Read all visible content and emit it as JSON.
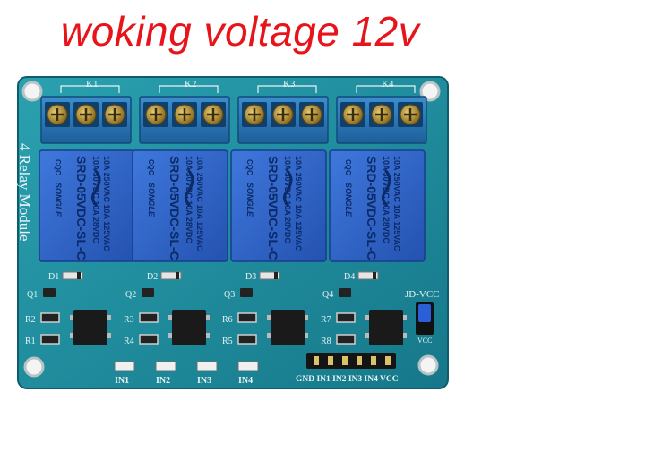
{
  "caption": "woking voltage 12v",
  "colors": {
    "caption": "#e8141c",
    "pcb": "#1f8c9c",
    "relay_body": "#2f63c8",
    "terminal": "#2679b8",
    "silk": "#e8f4f4"
  },
  "board": {
    "title": "4 Relay Module",
    "relays": [
      {
        "terminal_label": "K1",
        "diode": "D1",
        "transistor": "Q1",
        "resistors": [
          "R2",
          "R1"
        ],
        "led": "IN1"
      },
      {
        "terminal_label": "K2",
        "diode": "D2",
        "transistor": "Q2",
        "resistors": [
          "R3",
          "R4"
        ],
        "led": "IN2"
      },
      {
        "terminal_label": "K3",
        "diode": "D3",
        "transistor": "Q3",
        "resistors": [
          "R6",
          "R5"
        ],
        "led": "IN3"
      },
      {
        "terminal_label": "K4",
        "diode": "D4",
        "transistor": "Q4",
        "resistors": [
          "R7",
          "R8"
        ],
        "led": "IN4"
      }
    ],
    "relay_markings": {
      "line1": "10A 250VAC  10A 125VAC",
      "line2": "10A 30VDC  10A 28VDC",
      "model": "SRD-05VDC-SL-C",
      "brand": "SONGLE",
      "cert": "CQC"
    },
    "jumper_label": "JD-VCC",
    "jumper_vcc": "VCC",
    "header_pins": "GND IN1 IN2 IN3 IN4 VCC"
  }
}
